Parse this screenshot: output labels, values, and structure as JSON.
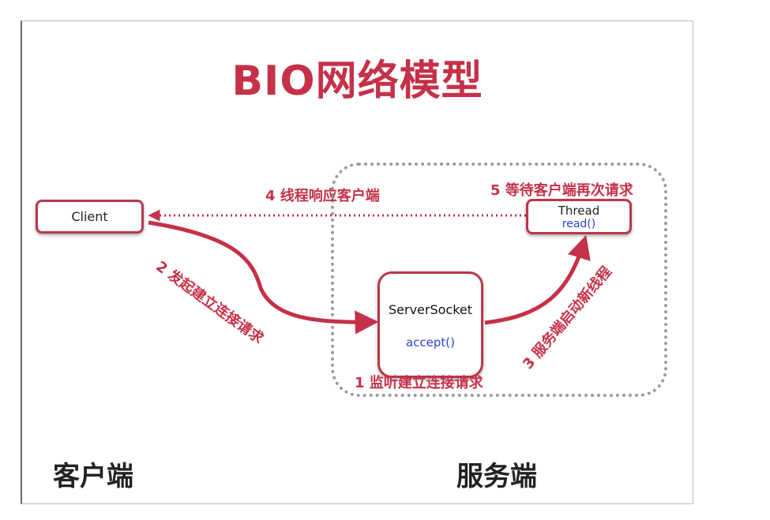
{
  "title": "BIO网络模型",
  "client": {
    "label": "Client"
  },
  "thread": {
    "label": "Thread",
    "method": "read()"
  },
  "server_socket": {
    "label": "ServerSocket",
    "method": "accept()"
  },
  "steps": {
    "step1": "1 监听建立连接请求",
    "step2": "2 发起建立连接请求",
    "step3": "3 服务端启动新线程",
    "step4": "4 线程响应客户端",
    "step5": "5 等待客户端再次请求"
  },
  "sides": {
    "client": "客户端",
    "server": "服务端"
  },
  "colors": {
    "accent": "#c53148",
    "method_text": "#2b42c9",
    "region_border": "#9a9a9a"
  }
}
